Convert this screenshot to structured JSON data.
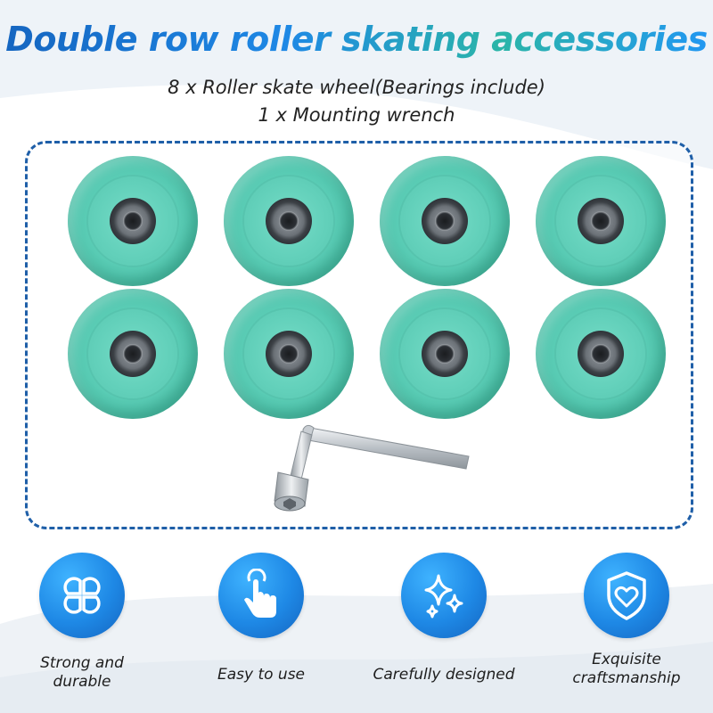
{
  "header": {
    "title": "Double row roller skating accessories",
    "line1": "8 x Roller skate wheel(Bearings include)",
    "line2": "1 x Mounting wrench"
  },
  "product": {
    "wheel_count": 8,
    "wheel_color": "#5dcfb8",
    "wrench_color": "#c7ccd1",
    "border_color": "#1f5fa8"
  },
  "features": [
    {
      "icon": "clover-icon",
      "label_line1": "Strong and",
      "label_line2": "durable"
    },
    {
      "icon": "hand-tap-icon",
      "label_line1": "Easy to use",
      "label_line2": ""
    },
    {
      "icon": "sparkles-icon",
      "label_line1": "Carefully designed",
      "label_line2": ""
    },
    {
      "icon": "shield-heart-icon",
      "label_line1": "Exquisite",
      "label_line2": "craftsmanship"
    }
  ],
  "colors": {
    "accent": "#1e88e5",
    "accent_dark": "#1565c0",
    "teal": "#2bb5a8"
  }
}
